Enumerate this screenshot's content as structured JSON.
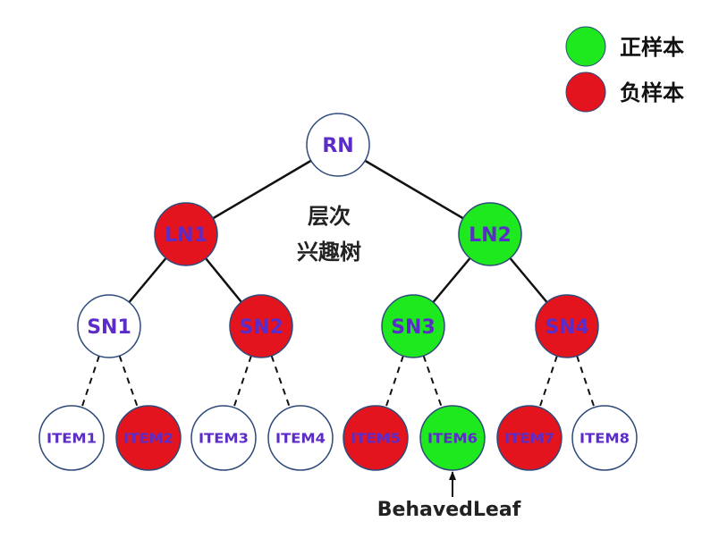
{
  "colors": {
    "positive": "#1ee81e",
    "negative": "#e3141e",
    "neutral": "#ffffff",
    "node_stroke": "#2e4a7a",
    "label_text": "#5b2cc8",
    "edge": "#111111"
  },
  "legend": [
    {
      "label": "正样本",
      "color_key": "positive"
    },
    {
      "label": "负样本",
      "color_key": "negative"
    }
  ],
  "center_label": {
    "line1": "层次",
    "line2": "兴趣树"
  },
  "nodes": [
    {
      "id": "RN",
      "label": "RN",
      "type": "neutral",
      "level": 0
    },
    {
      "id": "LN1",
      "label": "LN1",
      "type": "negative",
      "level": 1,
      "parent": "RN"
    },
    {
      "id": "LN2",
      "label": "LN2",
      "type": "positive",
      "level": 1,
      "parent": "RN"
    },
    {
      "id": "SN1",
      "label": "SN1",
      "type": "neutral",
      "level": 2,
      "parent": "LN1"
    },
    {
      "id": "SN2",
      "label": "SN2",
      "type": "negative",
      "level": 2,
      "parent": "LN1"
    },
    {
      "id": "SN3",
      "label": "SN3",
      "type": "positive",
      "level": 2,
      "parent": "LN2"
    },
    {
      "id": "SN4",
      "label": "SN4",
      "type": "negative",
      "level": 2,
      "parent": "LN2"
    },
    {
      "id": "ITEM1",
      "label": "ITEM1",
      "type": "neutral",
      "level": 3,
      "parent": "SN1"
    },
    {
      "id": "ITEM2",
      "label": "ITEM2",
      "type": "negative",
      "level": 3,
      "parent": "SN1"
    },
    {
      "id": "ITEM3",
      "label": "ITEM3",
      "type": "neutral",
      "level": 3,
      "parent": "SN2"
    },
    {
      "id": "ITEM4",
      "label": "ITEM4",
      "type": "neutral",
      "level": 3,
      "parent": "SN2"
    },
    {
      "id": "ITEM5",
      "label": "ITEM5",
      "type": "negative",
      "level": 3,
      "parent": "SN3"
    },
    {
      "id": "ITEM6",
      "label": "ITEM6",
      "type": "positive",
      "level": 3,
      "parent": "SN3"
    },
    {
      "id": "ITEM7",
      "label": "ITEM7",
      "type": "negative",
      "level": 3,
      "parent": "SN4"
    },
    {
      "id": "ITEM8",
      "label": "ITEM8",
      "type": "neutral",
      "level": 3,
      "parent": "SN4"
    }
  ],
  "behaved_leaf": {
    "target": "ITEM6",
    "label": "BehavedLeaf"
  }
}
